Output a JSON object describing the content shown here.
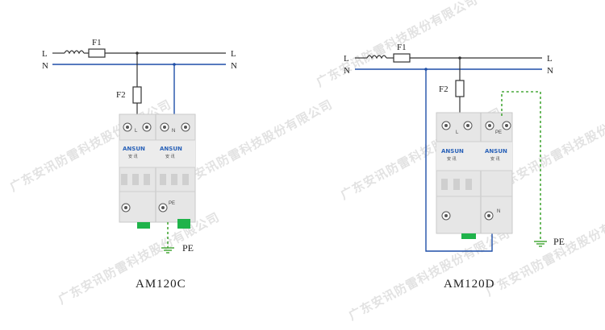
{
  "colors": {
    "line_phase": "#333333",
    "line_neutral": "#1f4fa8",
    "line_pe": "#48a83a",
    "module_body": "#e3e3e3",
    "terminal_green": "#1fb34a",
    "brand_blue": "#2a62b8"
  },
  "watermark": {
    "text": "广东安讯防雷科技股份有限公司"
  },
  "diagram_left": {
    "model": "AM120C",
    "line_l": "L",
    "line_n": "N",
    "fuse_main": "F1",
    "fuse_branch": "F2",
    "earth_label": "PE",
    "module_terminals": [
      "L",
      "N",
      "PE"
    ],
    "brand": "ANSUN",
    "brand_cn": "安 讯"
  },
  "diagram_right": {
    "model": "AM120D",
    "line_l": "L",
    "line_n": "N",
    "fuse_main": "F1",
    "fuse_branch": "F2",
    "earth_label": "PE",
    "module_terminals": [
      "L",
      "PE",
      "N"
    ],
    "brand": "ANSUN",
    "brand_cn": "安 讯"
  }
}
